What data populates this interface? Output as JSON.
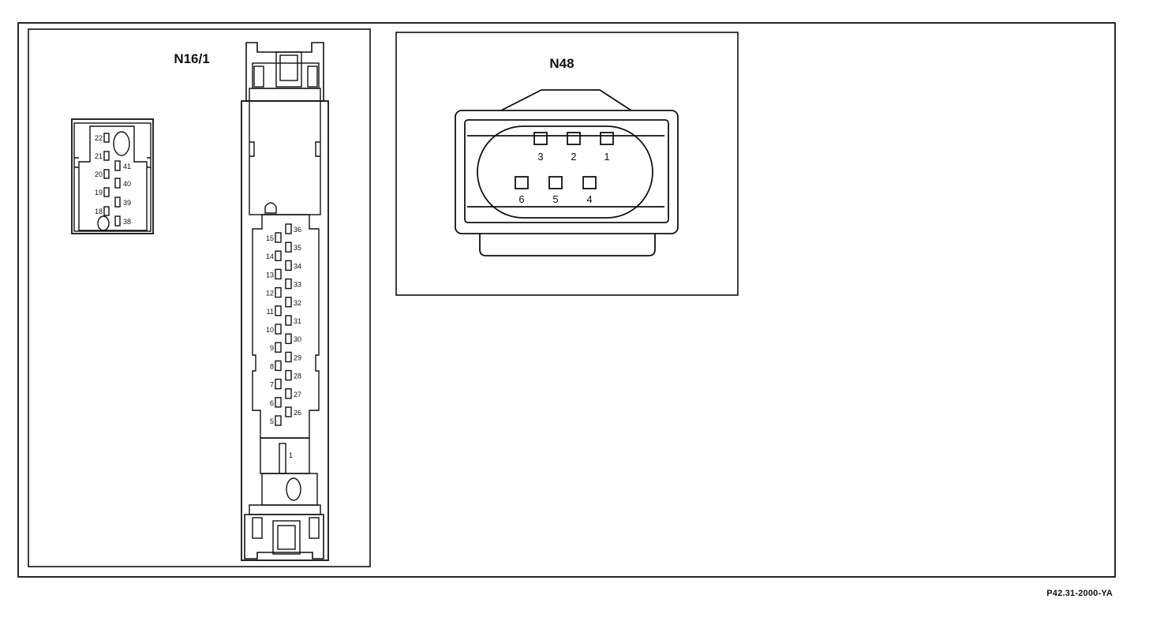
{
  "n16_1": {
    "title": "N16/1",
    "small_pins": [
      "22",
      "21",
      "20",
      "19",
      "18",
      "41",
      "40",
      "39",
      "38"
    ],
    "left_pins": [
      "15",
      "14",
      "13",
      "12",
      "11",
      "10",
      "9",
      "8",
      "7",
      "6",
      "5"
    ],
    "right_pins": [
      "36",
      "35",
      "34",
      "33",
      "32",
      "31",
      "30",
      "29",
      "28",
      "27",
      "26"
    ],
    "single_pin": "1"
  },
  "n48": {
    "title": "N48",
    "top_row": [
      "3",
      "2",
      "1"
    ],
    "bottom_row": [
      "6",
      "5",
      "4"
    ]
  },
  "footer": {
    "code": "P42.31-2000-YA"
  }
}
